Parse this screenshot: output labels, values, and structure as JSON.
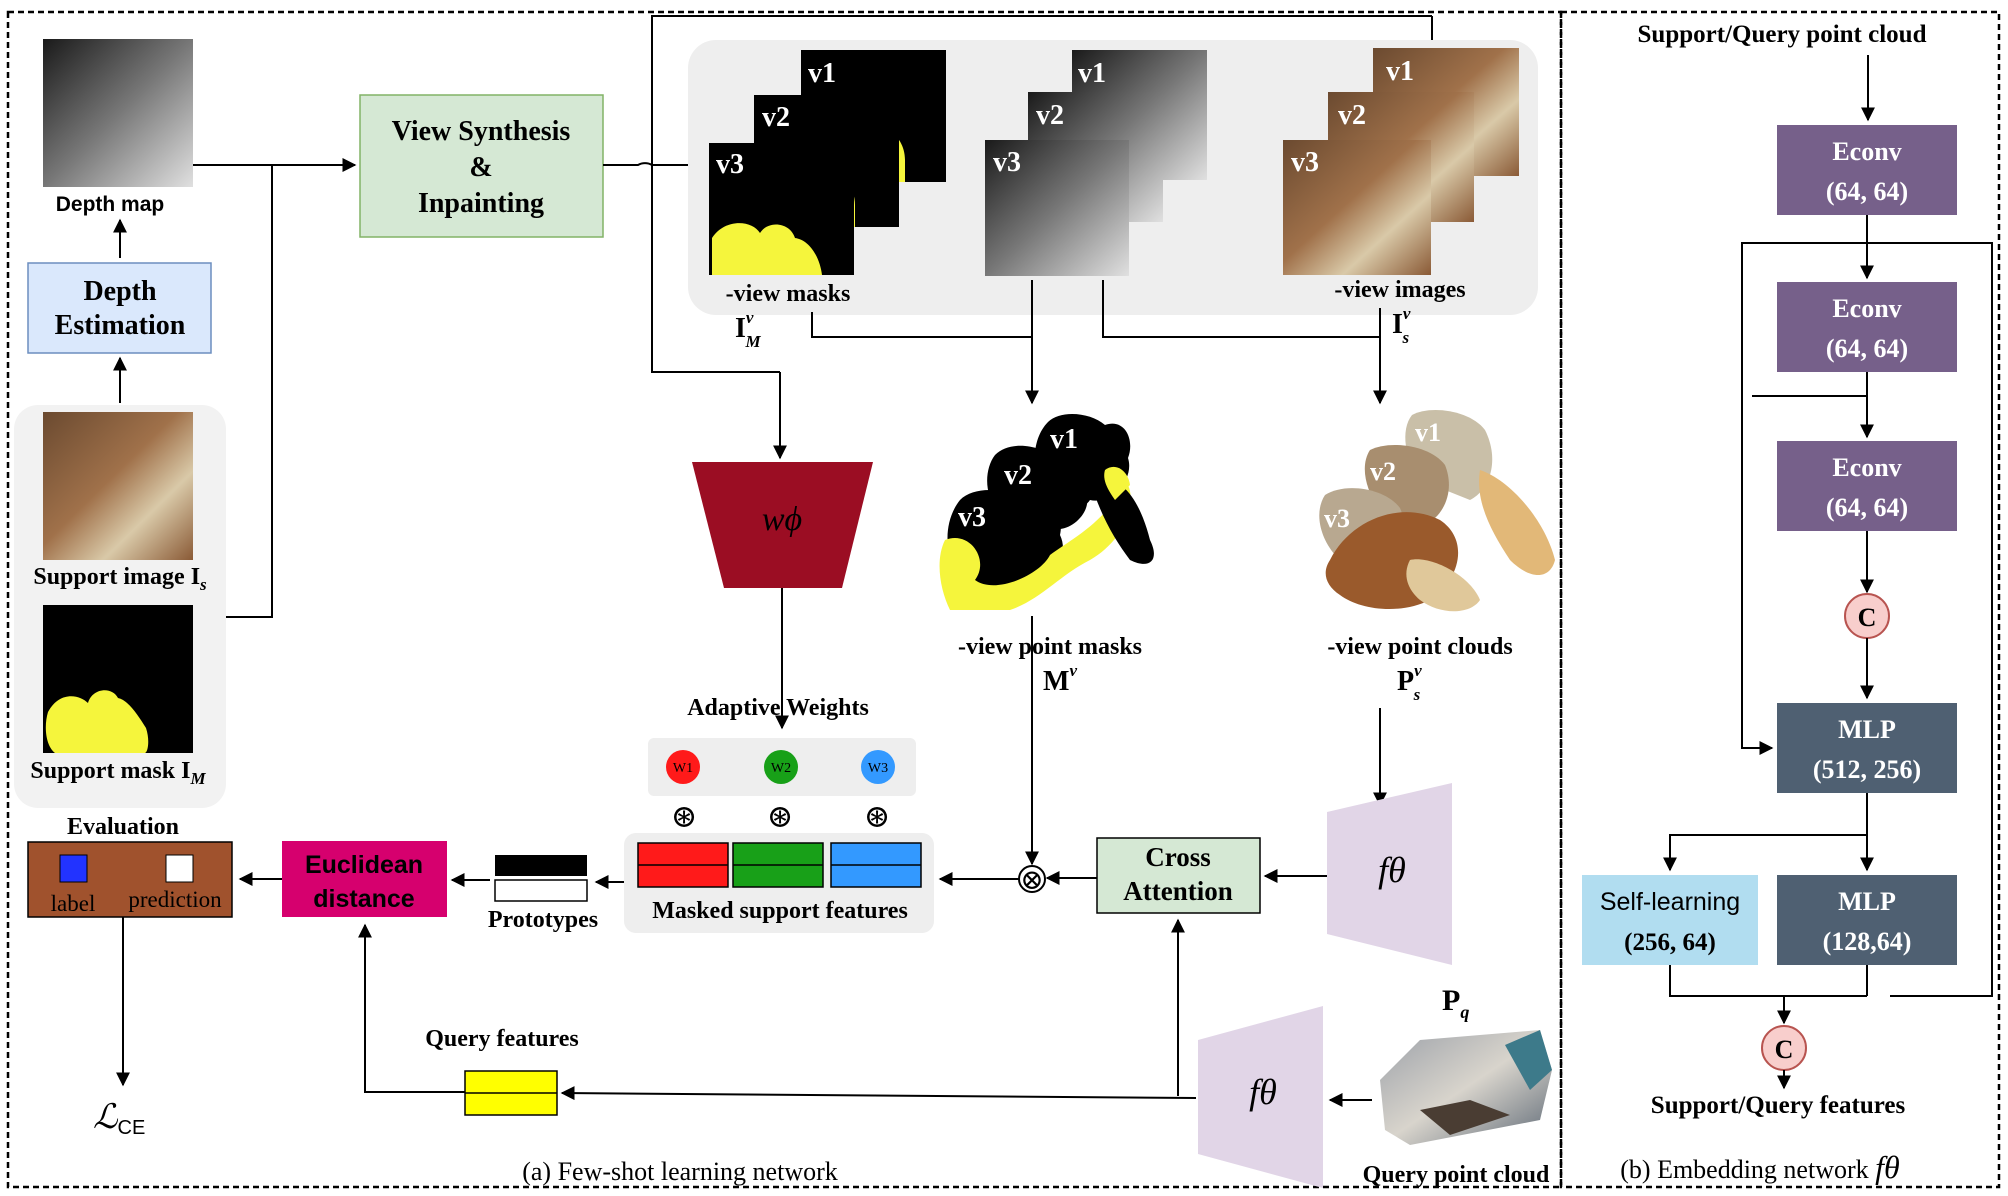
{
  "left_caption": "(a) Few-shot learning network",
  "right_caption": "(b) Embedding network",
  "right_caption_symbol": "fθ",
  "depth_map_label": "Depth map",
  "depth_estimation": [
    "Depth",
    "Estimation"
  ],
  "support_image_label": "Support image I",
  "support_image_sub": "s",
  "support_mask_label": "Support mask I",
  "support_mask_sub": "M",
  "view_synthesis": [
    "View Synthesis",
    "&",
    "Inpainting"
  ],
  "view_labels": [
    "v1",
    "v2",
    "v3"
  ],
  "view_masks_label": "-view masks",
  "view_masks_symbol": "I",
  "view_masks_sup": "v",
  "view_masks_sub": "M",
  "view_images_label": "-view images",
  "view_images_symbol": "I",
  "view_images_sup": "v",
  "view_images_sub": "s",
  "w_phi": "wϕ",
  "adaptive_weights_label": "Adaptive Weights",
  "weights": [
    "W1",
    "W2",
    "W3"
  ],
  "weight_colors": [
    "#ff1a1a",
    "#18a018",
    "#3399ff"
  ],
  "conv_symbol": "⊛",
  "masked_support_label": "Masked support features",
  "point_masks_label": "-view point masks",
  "point_masks_symbol": "M",
  "point_masks_sup": "v",
  "point_clouds_label": "-view point clouds",
  "point_clouds_symbol": "P",
  "point_clouds_sup": "v",
  "point_clouds_sub": "s",
  "f_theta": "fθ",
  "cross_attention": [
    "Cross",
    "Attention"
  ],
  "otimes": "⊗",
  "prototypes_label": "Prototypes",
  "euclidean": [
    "Euclidean",
    "distance"
  ],
  "evaluation_label": "Evaluation",
  "eval_label": "label",
  "eval_prediction": "prediction",
  "loss_label": "ℒ",
  "loss_sub": "CE",
  "query_features_label": "Query features",
  "query_pc_symbol": "P",
  "query_pc_sub": "q",
  "query_pc_label": "Query point cloud",
  "emb_input_label": "Support/Query point cloud",
  "econv_title": "Econv",
  "econv_dims": "(64, 64)",
  "concat": "C",
  "mlp1": [
    "MLP",
    "(512, 256)"
  ],
  "self_learning": [
    "Self-learning",
    "(256, 64)"
  ],
  "mlp2": [
    "MLP",
    "(128,64)"
  ],
  "emb_output_label": "Support/Query features",
  "colors": {
    "view_synthesis_fill": "#d5e8d4",
    "depth_est_fill": "#dae8fc",
    "w_phi_fill": "#9b0d23",
    "f_theta_fill": "#e1d5e7",
    "euclidean_fill": "#d6006e",
    "eval_fill": "#a0522d",
    "econv_fill": "#76608a",
    "mlp_fill": "#4f6072",
    "self_learning_fill": "#b1ddf0",
    "concat_fill": "#f8cecc",
    "concat_stroke": "#b85450",
    "query_feature_fill": "#ffff00",
    "mask_yellow": "#f5f53c"
  }
}
